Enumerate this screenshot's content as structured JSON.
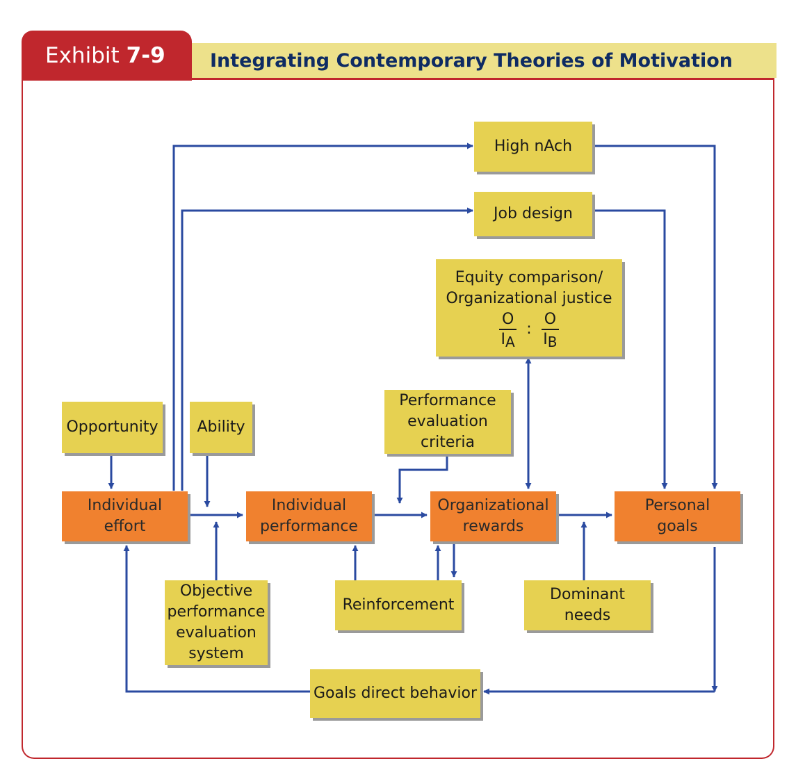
{
  "header": {
    "exhibit_prefix": "Exhibit",
    "exhibit_number": "7-9",
    "title": "Integrating Contemporary Theories of Motivation"
  },
  "colors": {
    "frame": "#c0272d",
    "title_band": "#ede18b",
    "title_text": "#0e2b63",
    "yellow_box": "#e6d151",
    "orange_box": "#f0812f",
    "arrow": "#2a4aa0"
  },
  "nodes": {
    "high_nach": "High nAch",
    "job_design": "Job design",
    "equity": {
      "line1": "Equity comparison/",
      "line2": "Organizational justice",
      "num_a": "O",
      "den_a": "I",
      "sub_a": "A",
      "sep": ":",
      "num_b": "O",
      "den_b": "I",
      "sub_b": "B"
    },
    "perf_eval_criteria": {
      "line1": "Performance",
      "line2": "evaluation",
      "line3": "criteria"
    },
    "opportunity": "Opportunity",
    "ability": "Ability",
    "individual_effort": {
      "line1": "Individual",
      "line2": "effort"
    },
    "individual_performance": {
      "line1": "Individual",
      "line2": "performance"
    },
    "organizational_rewards": {
      "line1": "Organizational",
      "line2": "rewards"
    },
    "personal_goals": {
      "line1": "Personal",
      "line2": "goals"
    },
    "objective_system": {
      "line1": "Objective",
      "line2": "performance",
      "line3": "evaluation",
      "line4": "system"
    },
    "reinforcement": "Reinforcement",
    "dominant_needs": {
      "line1": "Dominant",
      "line2": "needs"
    },
    "goals_direct": "Goals direct behavior"
  }
}
